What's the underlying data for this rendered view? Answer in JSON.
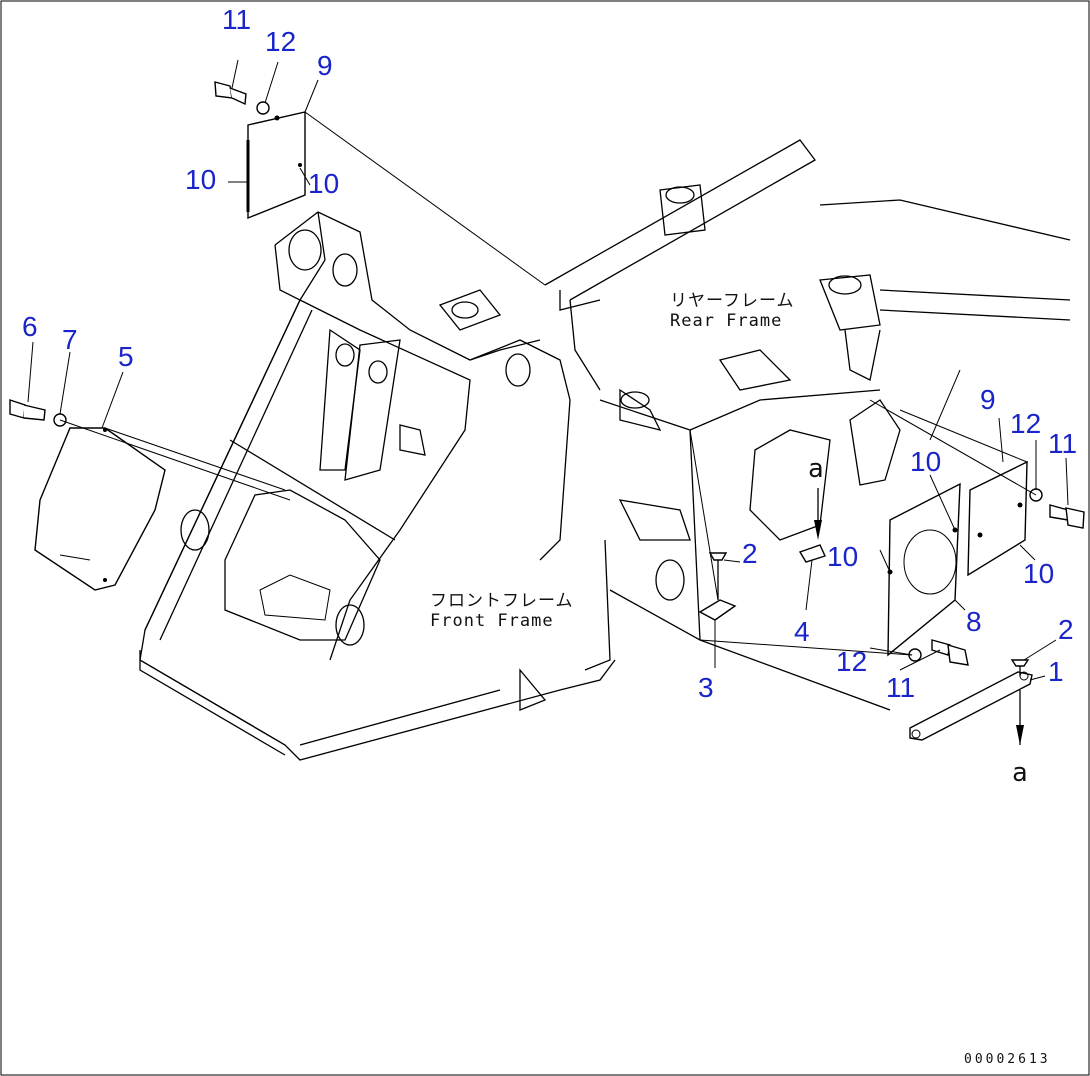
{
  "callouts": [
    {
      "id": "c11a",
      "text": "11"
    },
    {
      "id": "c12a",
      "text": "12"
    },
    {
      "id": "c9a",
      "text": "9"
    },
    {
      "id": "c10a",
      "text": "10"
    },
    {
      "id": "c10b",
      "text": "10"
    },
    {
      "id": "c6",
      "text": "6"
    },
    {
      "id": "c7",
      "text": "7"
    },
    {
      "id": "c5",
      "text": "5"
    },
    {
      "id": "c9b",
      "text": "9"
    },
    {
      "id": "c12b",
      "text": "12"
    },
    {
      "id": "c11b",
      "text": "11"
    },
    {
      "id": "c10c",
      "text": "10"
    },
    {
      "id": "c10d",
      "text": "10"
    },
    {
      "id": "c10e",
      "text": "10"
    },
    {
      "id": "c2a",
      "text": "2"
    },
    {
      "id": "c2b",
      "text": "2"
    },
    {
      "id": "c8",
      "text": "8"
    },
    {
      "id": "c4",
      "text": "4"
    },
    {
      "id": "c12c",
      "text": "12"
    },
    {
      "id": "c11c",
      "text": "11"
    },
    {
      "id": "c1",
      "text": "1"
    },
    {
      "id": "c3",
      "text": "3"
    }
  ],
  "labels": {
    "rear_frame_jp": "リヤーフレーム",
    "rear_frame_en": "Rear Frame",
    "front_frame_jp": "フロントフレーム",
    "front_frame_en": "Front Frame",
    "view_marker_top": "a",
    "view_marker_bottom": "a"
  },
  "doc_number": "00002613",
  "colors": {
    "callout": "#1a24c8",
    "line": "#000000",
    "background": "#ffffff"
  }
}
